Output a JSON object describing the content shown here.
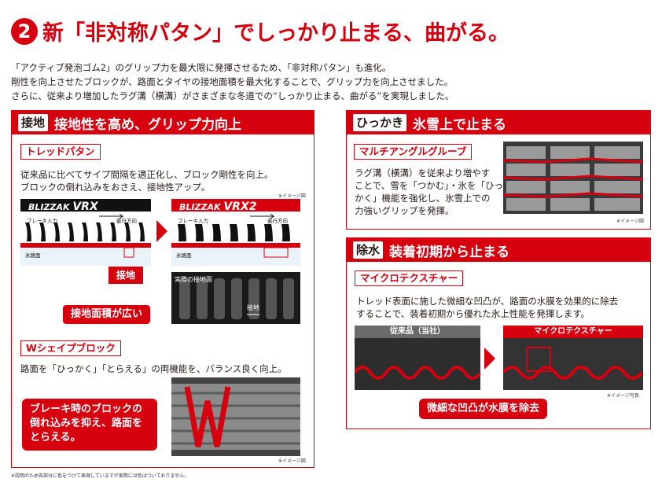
{
  "heading": {
    "number": "2",
    "title": "新「非対称パタン」でしっかり止まる、曲がる。"
  },
  "intro": [
    "「アクティブ発泡ゴム2」のグリップ力を最大限に発揮させるため、「非対称パタン」も進化。",
    "剛性を向上させたブロックが、路面とタイヤの接地面積を最大化することで、グリップ力を向上させました。",
    "さらに、従来より増加したラグ溝（横溝）がさまざまな冬道での“しっかり止まる、曲がる”を実現しました。"
  ],
  "left_panel": {
    "tag": "接地",
    "title": "接地性を高め、グリップ力向上",
    "tread": {
      "subhead": "トレッドパタン",
      "text": [
        "従来品に比べてサイプ間隔を適正化し、ブロック剛性を向上。",
        "ブロックの倒れ込みをおさえ、接地性アップ。"
      ],
      "image_note": "※イメージ図",
      "old_brand_prefix": "BLIZZAK",
      "old_brand": "VRX",
      "new_brand_prefix": "BLIZZAK",
      "new_brand": "VRX2",
      "brake_label": "ブレーキ入力",
      "direction_label": "進行方向",
      "road_label": "氷路面",
      "contact_tag": "接地",
      "actual_contact_label": "実際の接地面",
      "contact_photo_label": "接地",
      "wide_callout": "接地面積が広い"
    },
    "wshape": {
      "subhead": "Wシェイプブロック",
      "text": "路面を「ひっかく」「とらえる」の両機能を、バランス良く向上。",
      "callout": [
        "ブレーキ時のブロックの",
        "倒れ込みを抑え、路面を",
        "とらえる。"
      ],
      "image_note": "※イメージ図"
    }
  },
  "right_top": {
    "tag": "ひっかき",
    "title": "氷雪上で止まる",
    "subhead": "マルチアングルグルーブ",
    "text": [
      "ラグ溝（横溝）を従来より増やす",
      "ことで、雪を「つかむ」・氷を「ひっ",
      "かく」機能を強化し、氷雪上での",
      "力強いグリップを発揮。"
    ],
    "image_note": "※イメージ図"
  },
  "right_bottom": {
    "tag": "除水",
    "title": "装着初期から止まる",
    "subhead": "マイクロテクスチャー",
    "text": [
      "トレッド表面に施した微細な凹凸が、路面の水膜を効果的に除去",
      "することで、装着初期から優れた氷上性能を発揮します。"
    ],
    "photo_left_label": "従来品（当社）",
    "photo_right_label": "マイクロテクスチャー",
    "image_note": "※イメージ写真",
    "callout": "微細な凹凸が水膜を除去"
  },
  "footnote": "※説明のため各部分に色をつけて表現していますが実際には色はついておりません。",
  "colors": {
    "accent": "#d7000f",
    "ice": "#eaf3fa"
  }
}
